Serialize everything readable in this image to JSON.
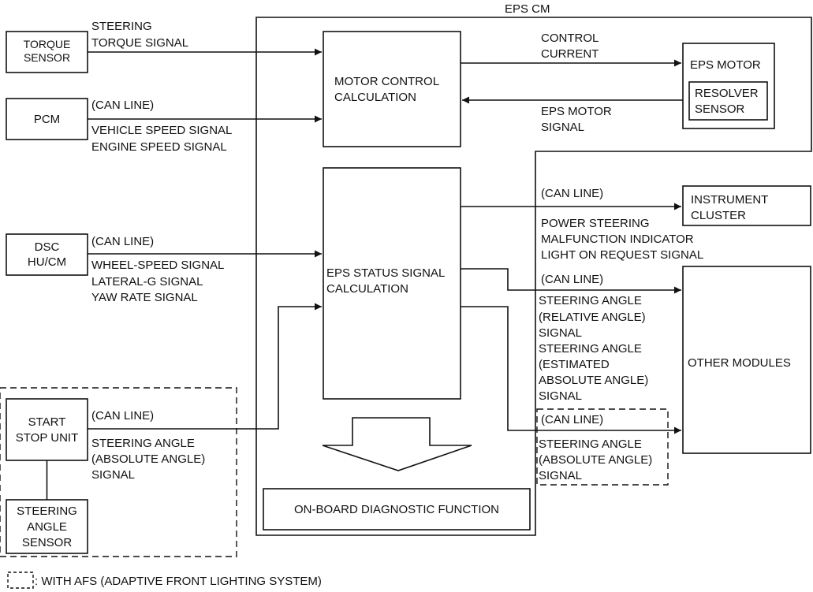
{
  "eps_cm": {
    "title": "EPS CM"
  },
  "inputs": {
    "torque_sensor": [
      "TORQUE",
      "SENSOR"
    ],
    "pcm": [
      "PCM"
    ],
    "dsc": [
      "DSC",
      "HU/CM"
    ],
    "start_stop": [
      "START",
      "STOP UNIT"
    ],
    "steering_angle_sensor": [
      "STEERING",
      "ANGLE",
      "SENSOR"
    ]
  },
  "blocks": {
    "motor_control": [
      "MOTOR CONTROL",
      "CALCULATION"
    ],
    "eps_status": [
      "EPS STATUS SIGNAL",
      "CALCULATION"
    ],
    "obd": [
      "ON-BOARD DIAGNOSTIC FUNCTION"
    ]
  },
  "outputs": {
    "eps_motor": [
      "EPS MOTOR"
    ],
    "resolver": [
      "RESOLVER",
      "SENSOR"
    ],
    "instrument_cluster": [
      "INSTRUMENT",
      "CLUSTER"
    ],
    "other_modules": [
      "OTHER MODULES"
    ]
  },
  "signals": {
    "torque": [
      "STEERING",
      "TORQUE SIGNAL"
    ],
    "pcm_can": [
      "(CAN LINE)"
    ],
    "pcm": [
      "VEHICLE SPEED SIGNAL",
      "ENGINE SPEED SIGNAL"
    ],
    "dsc_can": [
      "(CAN LINE)"
    ],
    "dsc": [
      "WHEEL-SPEED SIGNAL",
      "LATERAL-G SIGNAL",
      "YAW RATE SIGNAL"
    ],
    "start_stop_can": [
      "(CAN LINE)"
    ],
    "start_stop": [
      "STEERING ANGLE",
      "(ABSOLUTE ANGLE)",
      "SIGNAL"
    ],
    "control_current": [
      "CONTROL",
      "CURRENT"
    ],
    "eps_motor_signal": [
      "EPS MOTOR",
      "SIGNAL"
    ],
    "cluster_can": [
      "(CAN LINE)"
    ],
    "cluster": [
      "POWER STEERING",
      "MALFUNCTION INDICATOR",
      "LIGHT ON REQUEST SIGNAL"
    ],
    "modules_can": [
      "(CAN LINE)"
    ],
    "modules": [
      "STEERING ANGLE",
      "(RELATIVE ANGLE)",
      "SIGNAL",
      "STEERING ANGLE",
      "(ESTIMATED",
      "ABSOLUTE ANGLE)",
      "SIGNAL"
    ],
    "afs_can": [
      "(CAN LINE)"
    ],
    "afs": [
      "STEERING ANGLE",
      "(ABSOLUTE ANGLE)",
      "SIGNAL"
    ]
  },
  "legend": {
    "text": ": WITH AFS (ADAPTIVE FRONT LIGHTING SYSTEM)"
  }
}
